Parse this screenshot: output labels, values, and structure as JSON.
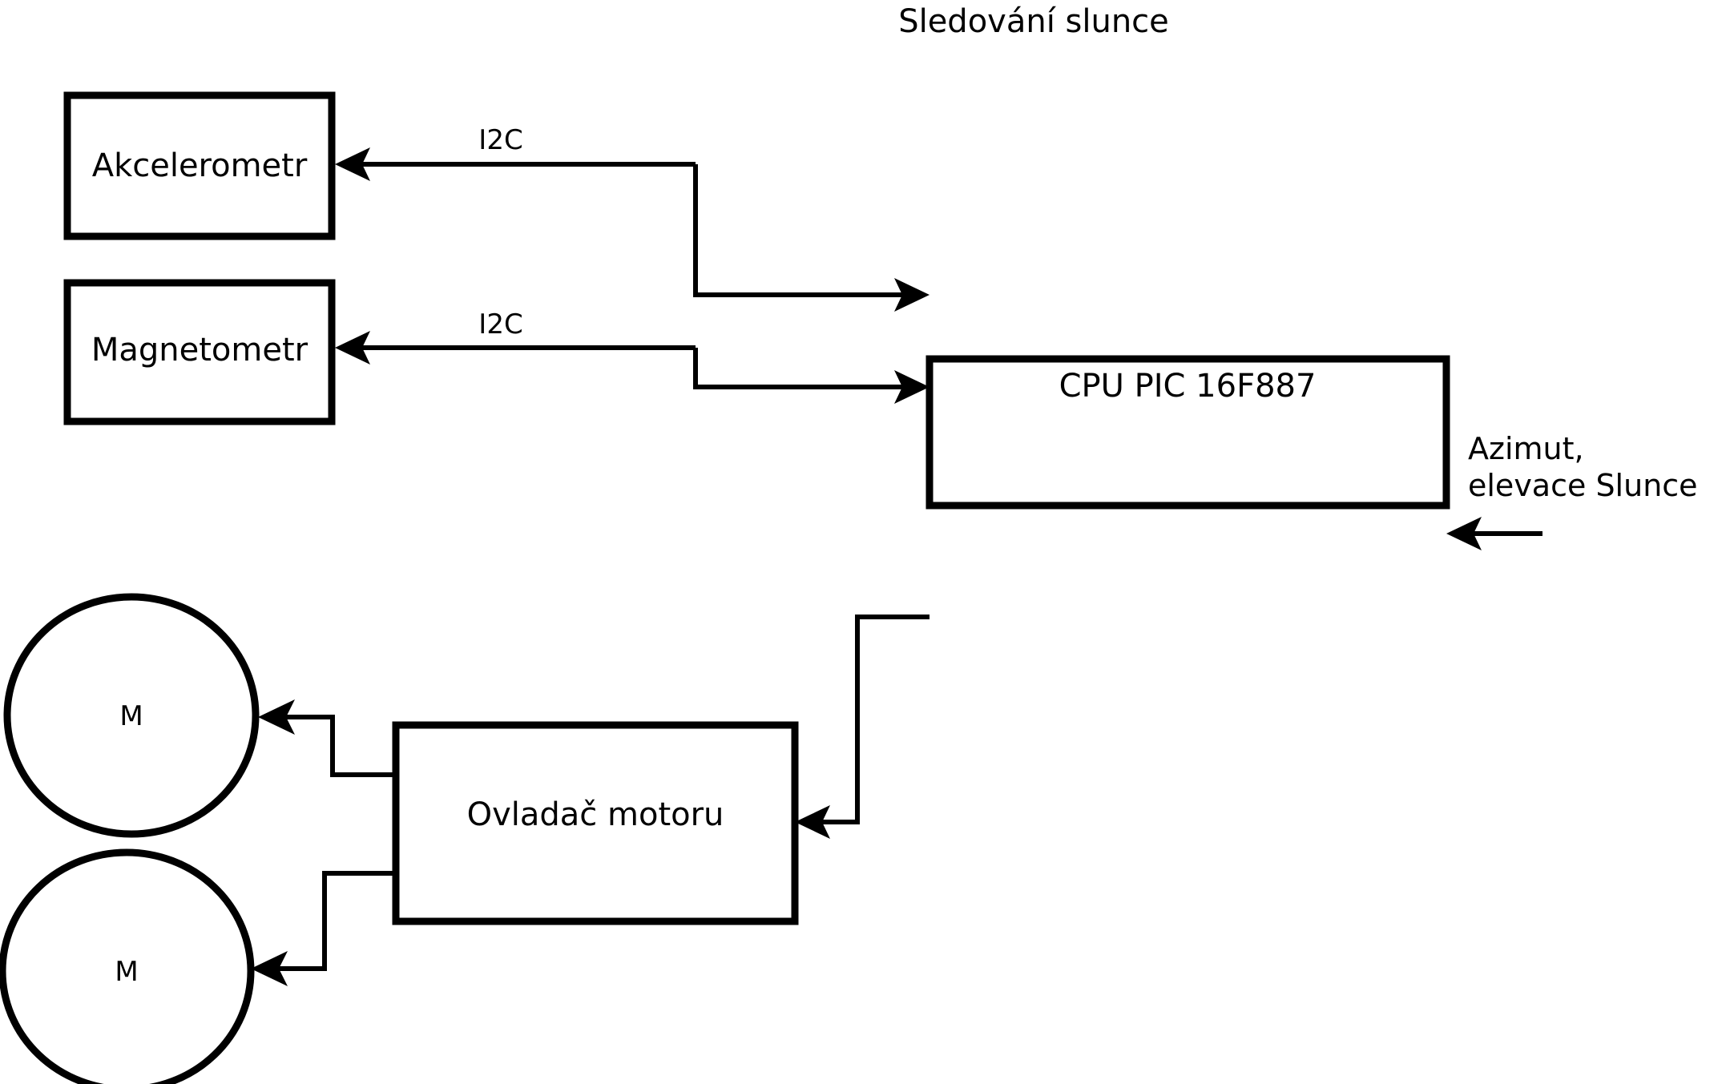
{
  "diagram": {
    "title": "Sledování slunce",
    "language": "cs",
    "background_color": "#ffffff",
    "line_color": "#000000",
    "nodes": {
      "accelerometer": {
        "label": "Akcelerometr",
        "shape": "rectangle"
      },
      "magnetometer": {
        "label": "Magnetometr",
        "shape": "rectangle"
      },
      "cpu": {
        "label": "CPU PIC 16F887",
        "shape": "rectangle"
      },
      "motor_driver": {
        "label": "Ovladač motoru",
        "shape": "rectangle"
      },
      "motor_1": {
        "label": "M",
        "shape": "circle"
      },
      "motor_2": {
        "label": "M",
        "shape": "circle"
      }
    },
    "edge_labels": {
      "i2c_accelerometer": "I2C",
      "i2c_magnetometer": "I2C"
    },
    "external_input": {
      "line_1": "Azimut,",
      "line_2": "elevace Slunce"
    }
  }
}
